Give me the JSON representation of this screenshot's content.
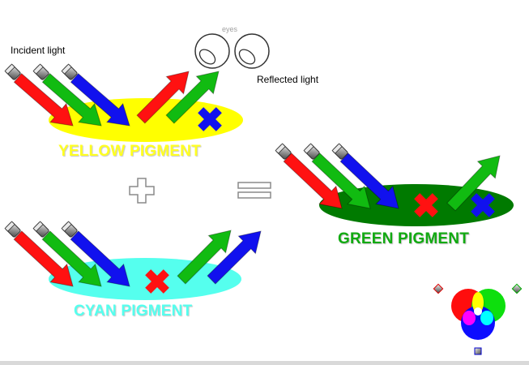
{
  "labels": {
    "incident": "Incident light",
    "reflected": "Reflected light",
    "eyes": "eyes",
    "yellow": "YELLOW PIGMENT",
    "cyan": "CYAN PIGMENT",
    "green": "GREEN PIGMENT"
  },
  "colors": {
    "red": "#ff1111",
    "green": "#11bb11",
    "blue": "#1111ee",
    "yellow_pigment": "#ffff00",
    "cyan_pigment": "#55ffee",
    "green_pigment": "#007a00"
  },
  "icons": [
    "eye-icon",
    "plus-icon",
    "equals-icon",
    "cross-icon",
    "flashlight-icon"
  ]
}
